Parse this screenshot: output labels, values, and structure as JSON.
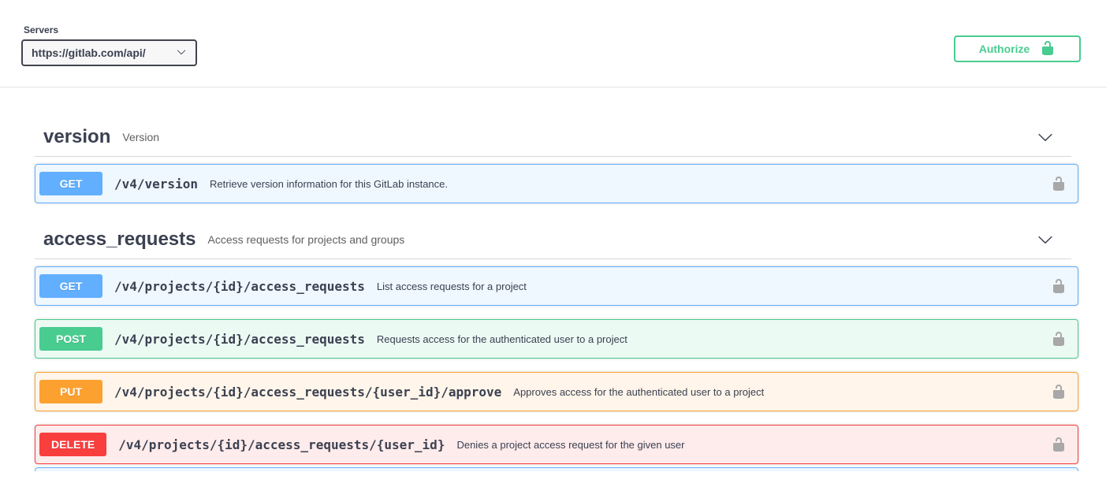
{
  "servers": {
    "label": "Servers",
    "selected": "https://gitlab.com/api/"
  },
  "auth": {
    "authorize_label": "Authorize"
  },
  "icons": {
    "authorize": "unlock-icon",
    "row_auth": "unlock-icon",
    "section_expand": "chevron-down-icon",
    "select": "chevron-down-icon"
  },
  "colors": {
    "get": "#61affe",
    "post": "#49cc90",
    "put": "#fca130",
    "delete": "#f93e3e",
    "accent_green": "#49cc90",
    "text": "#3b4151",
    "lock_gray": "#a8a8a8"
  },
  "sections": [
    {
      "name": "version",
      "description": "Version",
      "operations": [
        {
          "method": "GET",
          "path": "/v4/version",
          "summary": "Retrieve version information for this GitLab instance."
        }
      ]
    },
    {
      "name": "access_requests",
      "description": "Access requests for projects and groups",
      "operations": [
        {
          "method": "GET",
          "path": "/v4/projects/{id}/access_requests",
          "summary": "List access requests for a project"
        },
        {
          "method": "POST",
          "path": "/v4/projects/{id}/access_requests",
          "summary": "Requests access for the authenticated user to a project"
        },
        {
          "method": "PUT",
          "path": "/v4/projects/{id}/access_requests/{user_id}/approve",
          "summary": "Approves access for the authenticated user to a project"
        },
        {
          "method": "DELETE",
          "path": "/v4/projects/{id}/access_requests/{user_id}",
          "summary": "Denies a project access request for the given user"
        }
      ]
    }
  ]
}
